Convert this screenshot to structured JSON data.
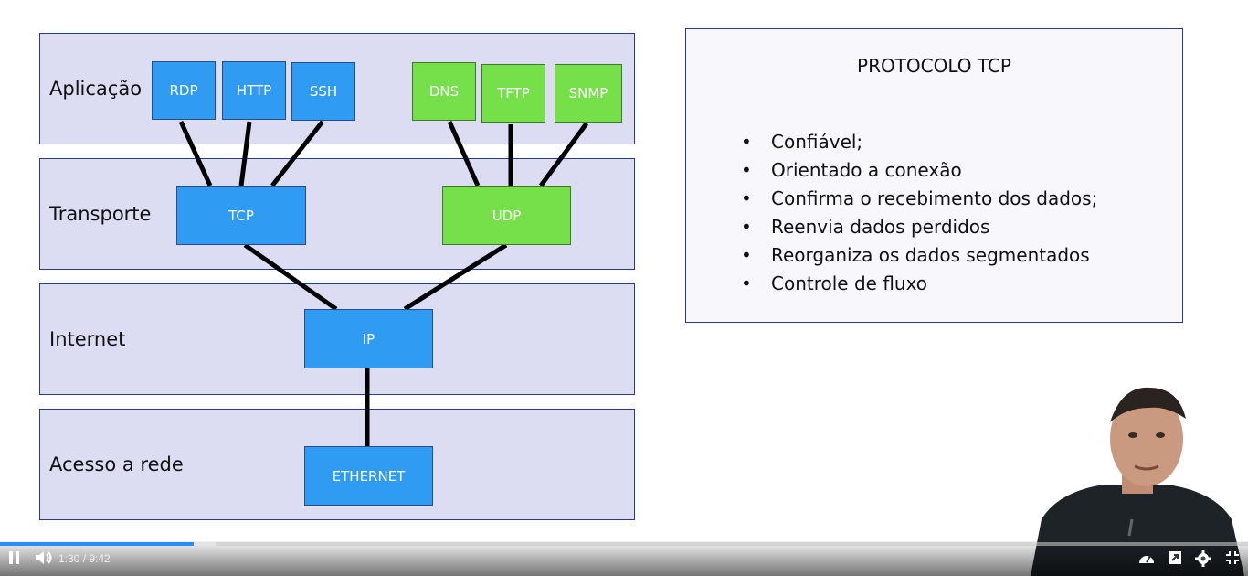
{
  "diagram": {
    "layers": [
      {
        "label": "Aplicação"
      },
      {
        "label": "Transporte"
      },
      {
        "label": "Internet"
      },
      {
        "label": "Acesso a rede"
      }
    ],
    "boxes": {
      "rdp": "RDP",
      "http": "HTTP",
      "ssh": "SSH",
      "dns": "DNS",
      "tftp": "TFTP",
      "snmp": "SNMP",
      "tcp": "TCP",
      "udp": "UDP",
      "ip": "IP",
      "ethernet": "ETHERNET"
    },
    "colors": {
      "tcp_family": "#2f9bf3",
      "udp_family": "#76e04a",
      "layer_bg": "#dcdcf3"
    }
  },
  "panel": {
    "title": "PROTOCOLO TCP",
    "bullets": [
      "Confiável;",
      "Orientado a conexão",
      "Confirma o recebimento dos dados;",
      "Reenvia dados perdidos",
      "Reorganiza os dados segmentados",
      "Controle de fluxo"
    ]
  },
  "player": {
    "time": "1:30 / 9:42",
    "progress_fraction": 0.155,
    "icons": [
      "pause-icon",
      "volume-icon",
      "speed-icon",
      "popout-icon",
      "settings-icon",
      "exit-fullscreen-icon"
    ]
  }
}
